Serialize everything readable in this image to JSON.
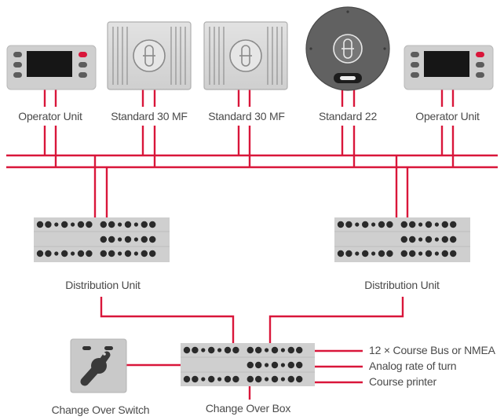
{
  "units": {
    "operator_left": "Operator Unit",
    "standard_30_a": "Standard 30 MF",
    "standard_30_b": "Standard 30 MF",
    "standard_22": "Standard 22",
    "operator_right": "Operator Unit",
    "distribution_left": "Distribution Unit",
    "distribution_right": "Distribution Unit",
    "change_over_switch": "Change Over Switch",
    "change_over_box": "Change Over Box"
  },
  "outputs": [
    "12 × Course Bus or NMEA",
    "Analog rate of turn",
    "Course printer"
  ],
  "colors": {
    "line": "#d9163a",
    "device_dark": "#5c5c5c",
    "device_light": "#cfcfcf",
    "text": "#4a4a4a"
  }
}
